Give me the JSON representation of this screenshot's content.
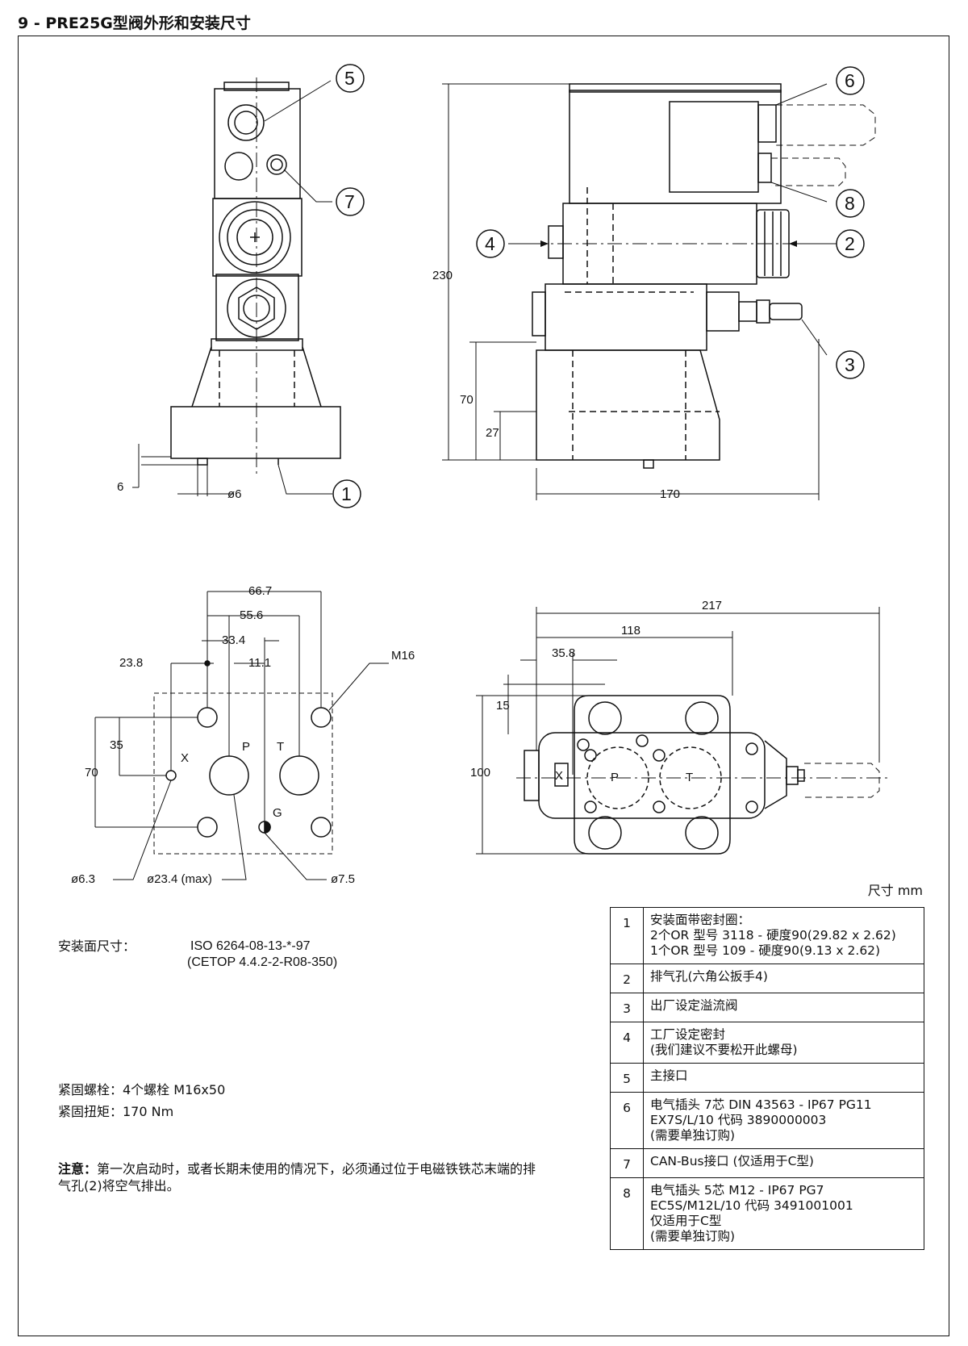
{
  "page_title": "9 - PRE25G型阀外形和安装尺寸",
  "dimensions": {
    "d6": "6",
    "pin_dia": "ø6",
    "h230": "230",
    "h70": "70",
    "h27": "27",
    "w170": "170",
    "d66_7": "66.7",
    "d55_6": "55.6",
    "d33_4": "33.4",
    "d23_8": "23.8",
    "d11_1": "11.1",
    "m16": "M16",
    "d35": "35",
    "d70b": "70",
    "port_x": "X",
    "port_p": "P",
    "port_t": "T",
    "port_g": "G",
    "d6_3": "ø6.3",
    "d23_4": "ø23.4 (max)",
    "d7_5": "ø7.5",
    "d217": "217",
    "d118": "118",
    "d35_8": "35.8",
    "d15": "15",
    "d100": "100"
  },
  "callouts": [
    "1",
    "2",
    "3",
    "4",
    "5",
    "6",
    "7",
    "8"
  ],
  "mounting": {
    "label": "安装面尺寸：",
    "line1": "ISO 6264-08-13-*-97",
    "line2": "(CETOP 4.4.2-2-R08-350)"
  },
  "bolts": {
    "line1": "紧固螺栓：4个螺栓 M16x50",
    "line2": "紧固扭矩：170 Nm"
  },
  "note": {
    "label": "注意：",
    "text": "第一次启动时，或者长期未使用的情况下，必须通过位于电磁铁铁芯末端的排气孔(2)将空气排出。"
  },
  "units": "尺寸  mm",
  "legend": [
    {
      "num": "1",
      "text": "安装面带密封圈：\n2个OR 型号 3118 - 硬度90(29.82 x 2.62)\n1个OR 型号 109 - 硬度90(9.13 x 2.62)"
    },
    {
      "num": "2",
      "text": "排气孔(六角公扳手4)"
    },
    {
      "num": "3",
      "text": "出厂设定溢流阀"
    },
    {
      "num": "4",
      "text": "工厂设定密封\n(我们建议不要松开此螺母)"
    },
    {
      "num": "5",
      "text": "主接口"
    },
    {
      "num": "6",
      "text": "电气插头  7芯 DIN 43563 - IP67 PG11\nEX7S/L/10 代码 3890000003\n(需要单独订购)"
    },
    {
      "num": "7",
      "text": "CAN-Bus接口  (仅适用于C型)"
    },
    {
      "num": "8",
      "text": "电气插头  5芯 M12 - IP67 PG7\nEC5S/M12L/10 代码 3491001001\n仅适用于C型\n(需要单独订购)"
    }
  ]
}
